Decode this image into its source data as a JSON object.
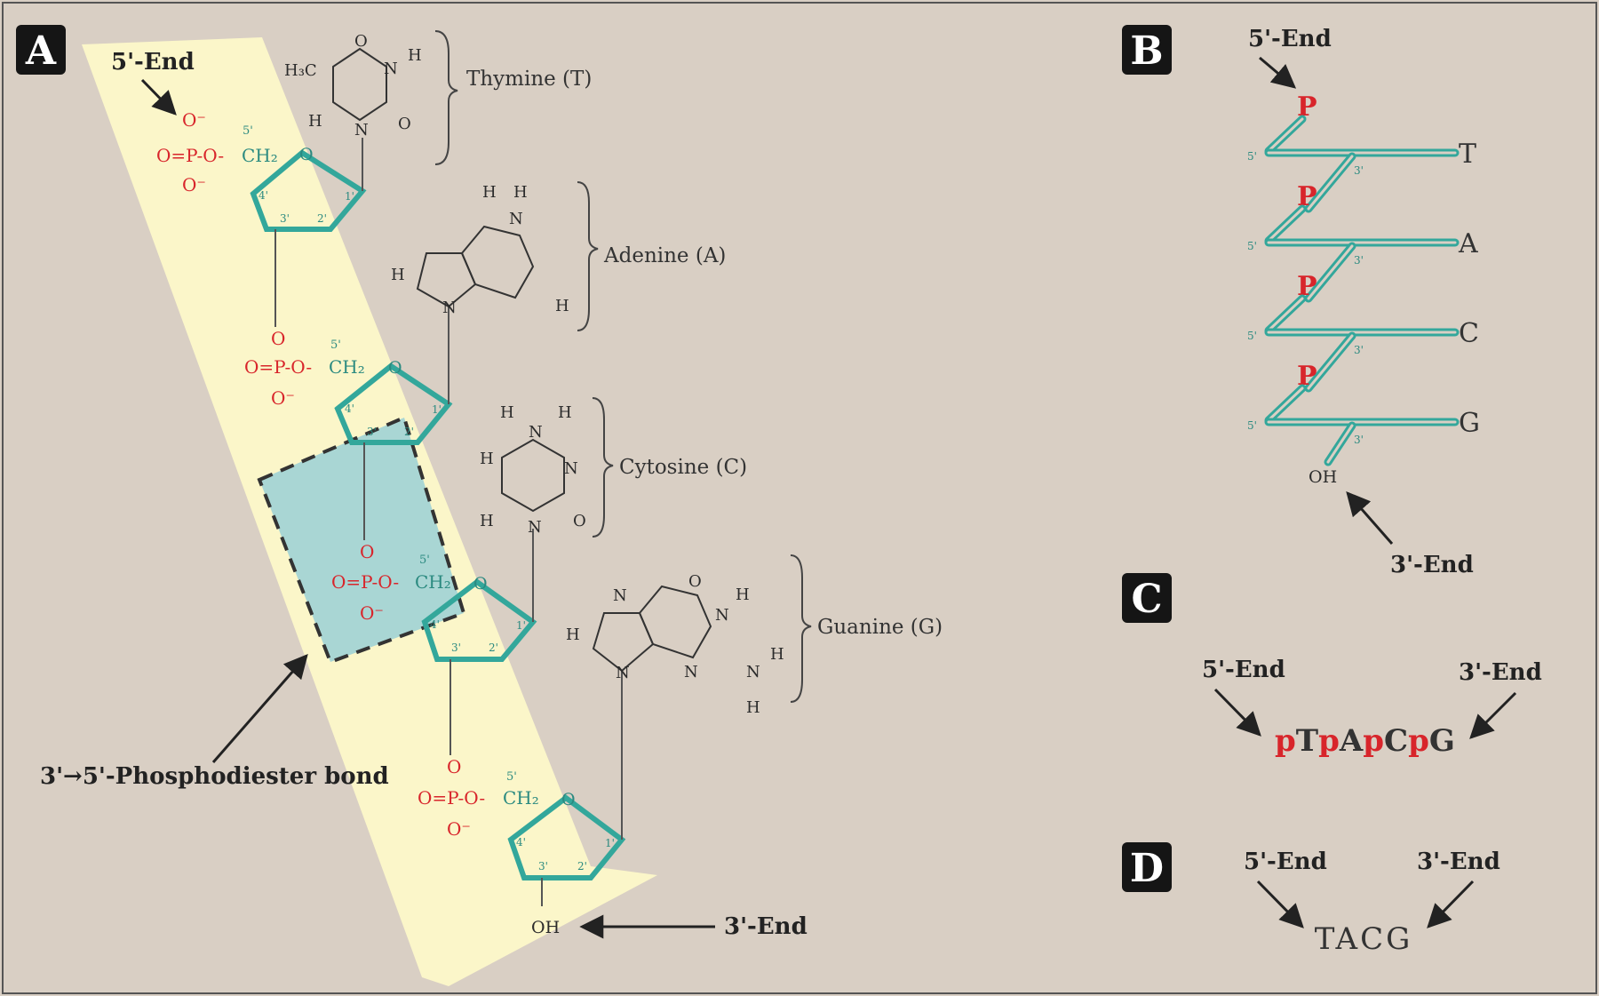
{
  "panels": {
    "a": "A",
    "b": "B",
    "c": "C",
    "d": "D"
  },
  "panel_a": {
    "five_end": "5'-End",
    "three_end": "3'-End",
    "bond_label": "3'→5'-Phosphodiester bond",
    "oh": "OH",
    "bases": {
      "thymine": "Thymine (T)",
      "adenine": "Adenine (A)",
      "cytosine": "Cytosine (C)",
      "guanine": "Guanine (G)"
    },
    "phosphate": {
      "o_minus": "O⁻",
      "o_eq_p_o": "O=P-O-",
      "ch2": "CH₂",
      "o": "O",
      "five_prime": "5'"
    },
    "ring": {
      "o": "O",
      "c1": "1'",
      "c2": "2'",
      "c3": "3'",
      "c4": "4'"
    },
    "atoms": {
      "h": "H",
      "n": "N",
      "o": "O",
      "h3c": "H₃C"
    }
  },
  "panel_b": {
    "five_end": "5'-End",
    "three_end": "3'-End",
    "p": "P",
    "oh": "OH",
    "five_prime": "5'",
    "three_prime": "3'",
    "bases": [
      "T",
      "A",
      "C",
      "G"
    ]
  },
  "panel_c": {
    "five_end": "5'-End",
    "three_end": "3'-End",
    "sequence": [
      {
        "t": "p",
        "red": true
      },
      {
        "t": "T",
        "red": false
      },
      {
        "t": "p",
        "red": true
      },
      {
        "t": "A",
        "red": false
      },
      {
        "t": "p",
        "red": true
      },
      {
        "t": "C",
        "red": false
      },
      {
        "t": "p",
        "red": true
      },
      {
        "t": "G",
        "red": false
      }
    ]
  },
  "panel_d": {
    "five_end": "5'-End",
    "three_end": "3'-End",
    "sequence": "TACG"
  },
  "colors": {
    "background": "#d9cfc4",
    "highlight": "#fbf6c9",
    "bond_box": "#a9d6d4",
    "backbone": "#33a79b",
    "phosphate": "#d8252b"
  }
}
